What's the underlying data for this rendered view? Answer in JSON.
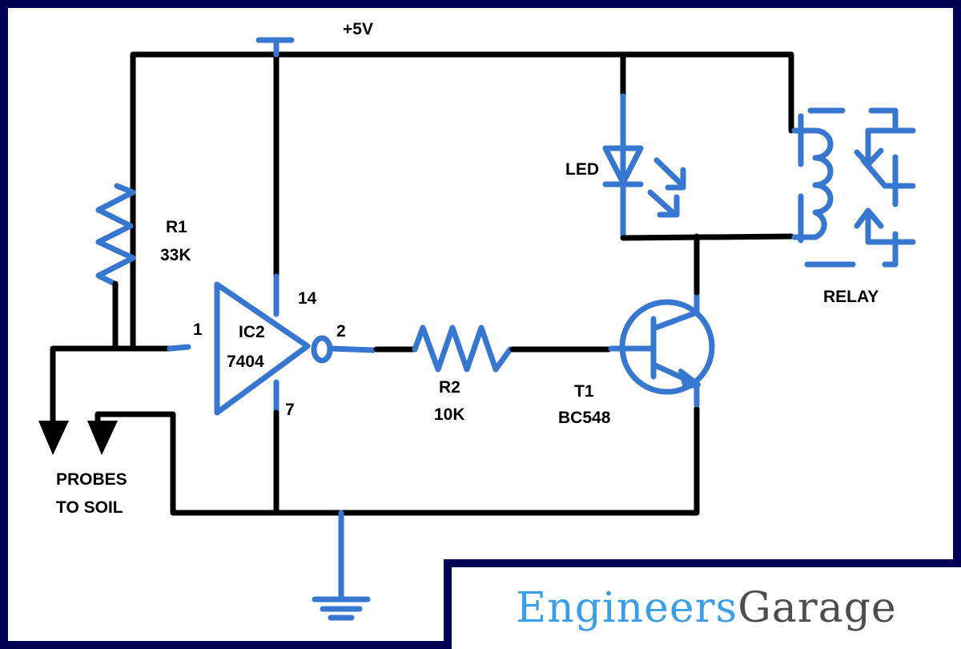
{
  "title": "Soil Moisture Sensor Circuit",
  "colors": {
    "frame": "#000055",
    "wire": "#000000",
    "component": "#3777d0",
    "logo_primary": "#3a9ee8",
    "logo_secondary": "#4d4d4d"
  },
  "labels": {
    "supply": "+5V",
    "r1_name": "R1",
    "r1_value": "33K",
    "ic_name": "IC2",
    "ic_part": "7404",
    "pin_in": "1",
    "pin_out": "2",
    "pin_vcc": "14",
    "pin_gnd": "7",
    "r2_name": "R2",
    "r2_value": "10K",
    "t1_name": "T1",
    "t1_part": "BC548",
    "led": "LED",
    "relay": "RELAY",
    "probes_line1": "PROBES",
    "probes_line2": "TO SOIL"
  },
  "components": [
    {
      "id": "R1",
      "type": "resistor",
      "value": "33K"
    },
    {
      "id": "IC2",
      "type": "NOT gate (inverter)",
      "part": "7404",
      "pins": [
        "1",
        "2",
        "7",
        "14"
      ]
    },
    {
      "id": "R2",
      "type": "resistor",
      "value": "10K"
    },
    {
      "id": "T1",
      "type": "NPN transistor",
      "part": "BC548"
    },
    {
      "id": "LED",
      "type": "light emitting diode"
    },
    {
      "id": "RELAY",
      "type": "relay"
    },
    {
      "id": "PROBES",
      "type": "soil probes"
    },
    {
      "id": "GND",
      "type": "ground"
    },
    {
      "id": "VCC",
      "type": "supply",
      "value": "+5V"
    }
  ],
  "logo": {
    "part1": "Engineers",
    "part2": "Garage"
  }
}
